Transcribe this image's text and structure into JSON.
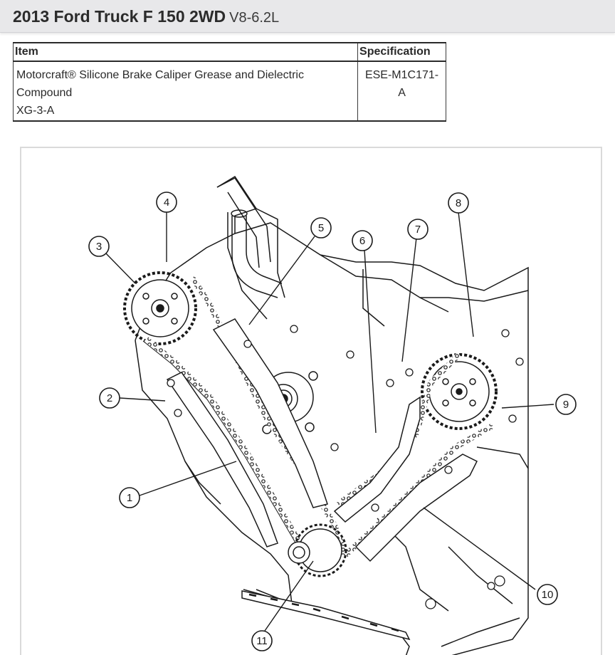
{
  "header": {
    "title": "2013 Ford Truck F 150 2WD",
    "subtitle": "V8-6.2L"
  },
  "spec_table": {
    "columns": [
      "Item",
      "Specification"
    ],
    "rows": [
      {
        "item_lines": [
          "Motorcraft® Silicone Brake Caliper Grease and Dielectric",
          "Compound",
          "XG-3-A"
        ],
        "spec_lines": [
          "ESE-M1C171-",
          "A"
        ]
      }
    ]
  },
  "figure": {
    "callouts": [
      "1",
      "2",
      "3",
      "4",
      "5",
      "6",
      "7",
      "8",
      "9",
      "10",
      "11"
    ]
  }
}
